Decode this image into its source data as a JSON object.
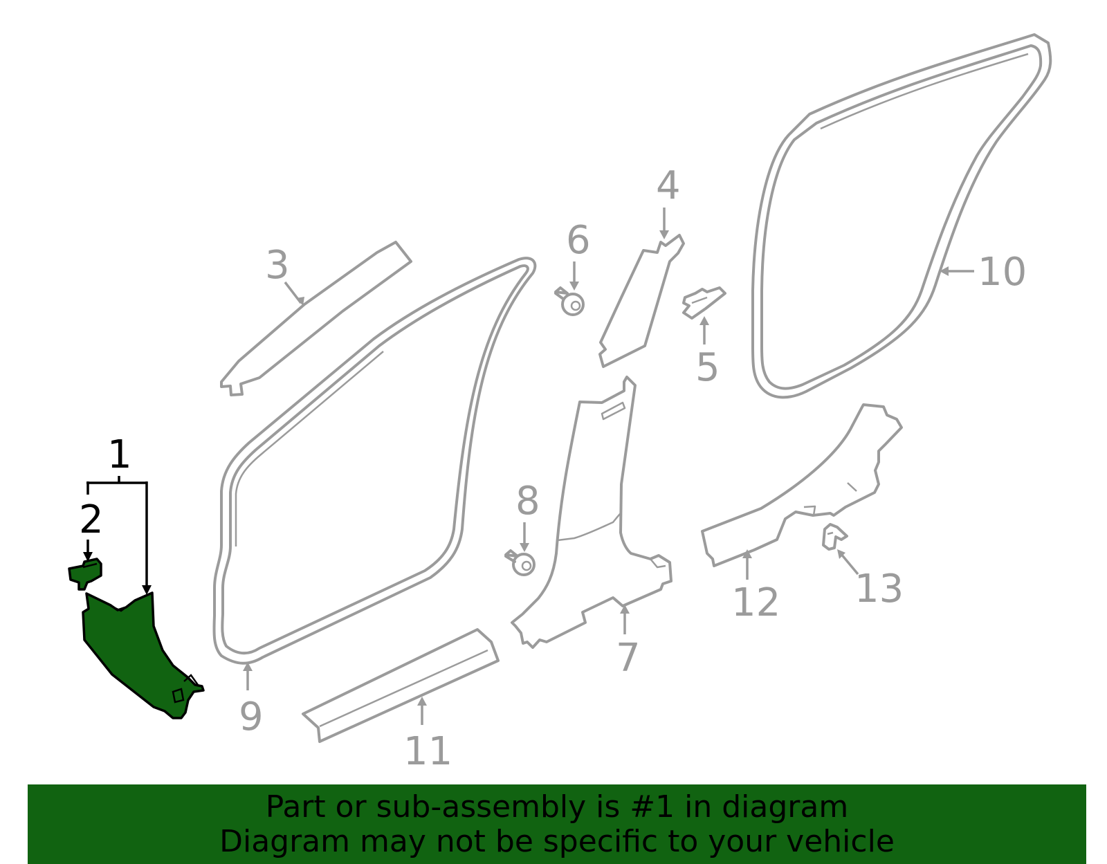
{
  "callouts": [
    {
      "id": "1",
      "label": "1",
      "highlighted": true
    },
    {
      "id": "2",
      "label": "2",
      "highlighted": true
    },
    {
      "id": "3",
      "label": "3"
    },
    {
      "id": "4",
      "label": "4"
    },
    {
      "id": "5",
      "label": "5"
    },
    {
      "id": "6",
      "label": "6"
    },
    {
      "id": "7",
      "label": "7"
    },
    {
      "id": "8",
      "label": "8"
    },
    {
      "id": "9",
      "label": "9"
    },
    {
      "id": "10",
      "label": "10"
    },
    {
      "id": "11",
      "label": "11"
    },
    {
      "id": "12",
      "label": "12"
    },
    {
      "id": "13",
      "label": "13"
    }
  ],
  "banner": {
    "line1": "Part or sub-assembly is #1 in diagram",
    "line2": "Diagram may not be specific to your vehicle"
  },
  "colors": {
    "highlight": "#116311",
    "outline": "#9b9b9b",
    "background": "#ffffff"
  }
}
